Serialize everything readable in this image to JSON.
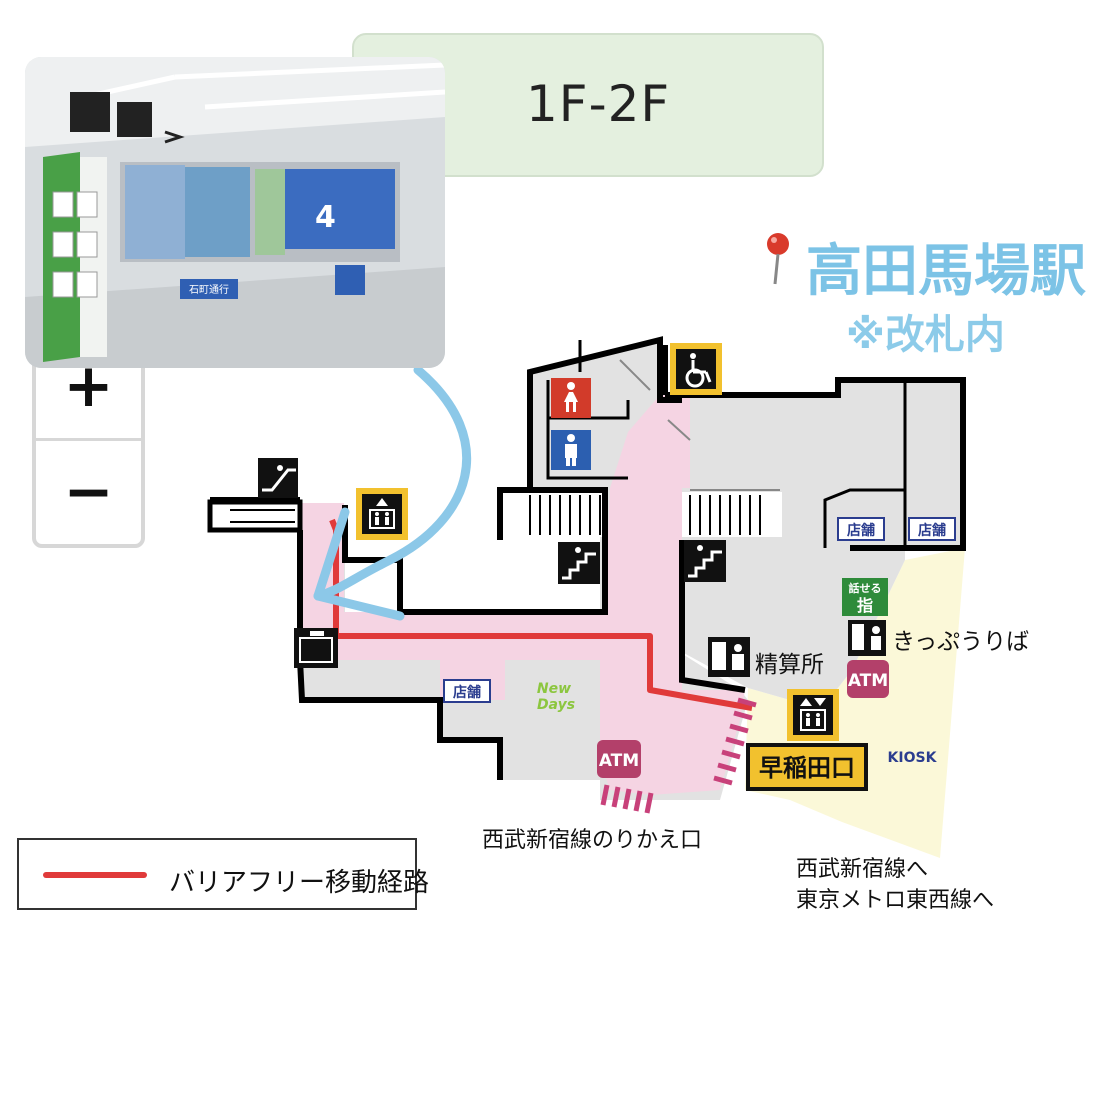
{
  "floor_tab": {
    "label": "1F-2F"
  },
  "station": {
    "name": "高田馬場駅",
    "note": "※改札内"
  },
  "zoom": {
    "in_label": "+",
    "out_label": "−"
  },
  "photo": {
    "caption_sign": "石町通行",
    "poster_text": "4"
  },
  "map": {
    "shop_label": "店舗",
    "newdays_line1": "New",
    "newdays_line2": "Days",
    "atm_label": "ATM",
    "kiosk_label": "KIOSK",
    "seisanjo": "精算所",
    "kippu": "きっぷうりば",
    "hanaseru_top": "話せる",
    "hanaseru_bottom": "指",
    "waseda_exit": "早稲田口",
    "seibu_transfer": "西武新宿線のりかえ口",
    "to_seibu": "西武新宿線へ",
    "to_metro": "東京メトロ東西線へ"
  },
  "legend": {
    "label": "バリアフリー移動経路"
  },
  "colors": {
    "barrier_free_route": "#e03a3a",
    "concourse": "#f5d4e3",
    "outside_gate": "#fbf8d8",
    "floor": "#e0e0e0",
    "wall": "#000000",
    "sign_yellow": "#f2c12e",
    "atm_magenta": "#b3406a",
    "shop_blue": "#2b3d8f",
    "annotation_arrow": "#8cc8e8",
    "title_blue": "#7cc3e6"
  }
}
